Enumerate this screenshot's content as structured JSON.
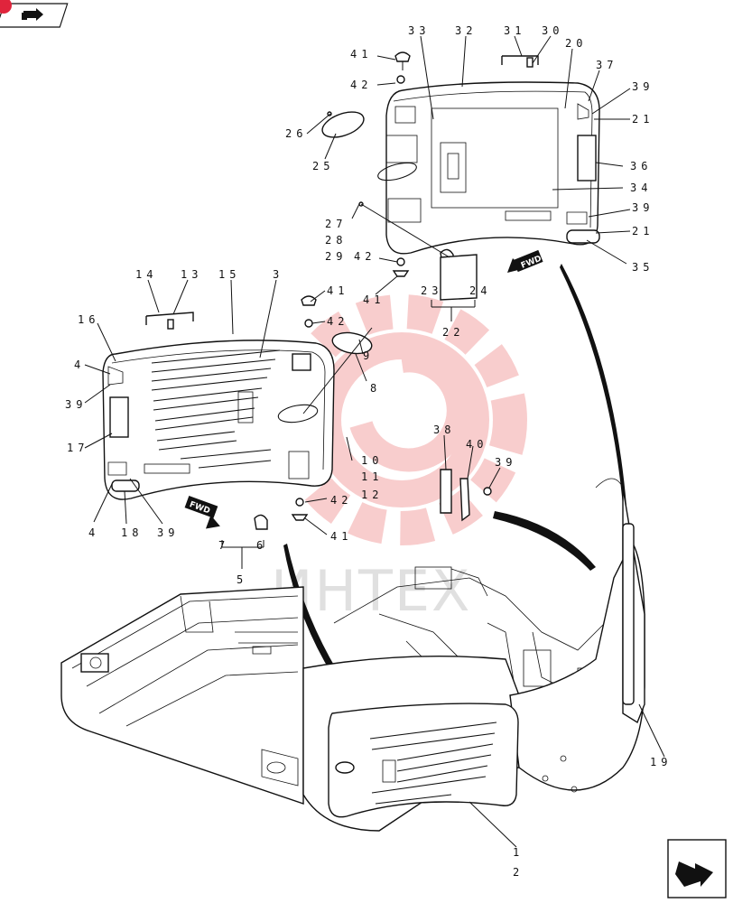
{
  "nav": {
    "badge_color": "#e0243c",
    "prev_icon": "page-back-arrow-icon",
    "next_icon": "page-forward-arrow-icon"
  },
  "watermark": {
    "text": "ИНТЕХ",
    "color": "#f28a8a"
  },
  "fwd_label": "FWD",
  "callouts": {
    "c41a": "41",
    "c42a": "42",
    "c33": "33",
    "c32": "32",
    "c31": "31",
    "c30": "30",
    "c20": "20",
    "c37": "37",
    "c39a": "39",
    "c21a": "21",
    "c26": "26",
    "c25": "25",
    "c36": "36",
    "c34": "34",
    "c39b": "39",
    "c21b": "21",
    "c27": "27",
    "c28": "28",
    "c29": "29",
    "c42b": "42",
    "c35": "35",
    "c41b": "41",
    "c23": "23",
    "c24": "24",
    "c22": "22",
    "c14": "14",
    "c13": "13",
    "c15": "15",
    "c3": "3",
    "c16": "16",
    "c41c": "41",
    "c42c": "42",
    "c9": "9",
    "c4a": "4",
    "c39c": "39",
    "c8": "8",
    "c17": "17",
    "c10": "10",
    "c11": "11",
    "c12": "12",
    "c38": "38",
    "c40": "40",
    "c39d": "39",
    "c4b": "4",
    "c18": "18",
    "c39e": "39",
    "c42d": "42",
    "c7": "7",
    "c6": "6",
    "c41d": "41",
    "c5": "5",
    "c19": "19",
    "c1": "1",
    "c2": "2"
  }
}
